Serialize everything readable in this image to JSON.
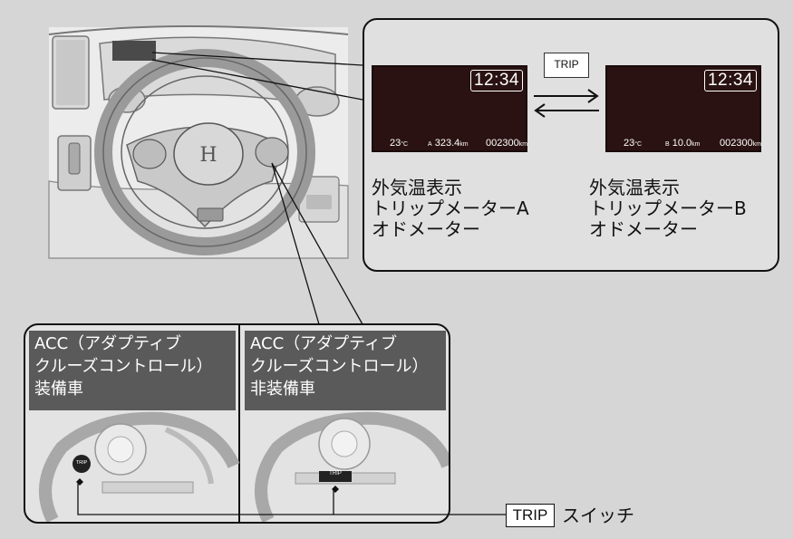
{
  "display_a": {
    "clock": "12:34",
    "temp": "23",
    "temp_unit": "°C",
    "trip_letter": "A",
    "trip_value": "323.4",
    "trip_unit": "km",
    "odo_value": "002300",
    "odo_unit": "km"
  },
  "display_b": {
    "clock": "12:34",
    "temp": "23",
    "temp_unit": "°C",
    "trip_letter": "B",
    "trip_value": "10.0",
    "trip_unit": "km",
    "odo_value": "002300",
    "odo_unit": "km"
  },
  "trip_button_label": "TRIP",
  "caption_a": [
    "外気温表示",
    "トリップメーターA",
    "オドメーター"
  ],
  "caption_b": [
    "外気温表示",
    "トリップメーターB",
    "オドメーター"
  ],
  "acc_equipped": {
    "lines": [
      "ACC（アダプティブ",
      "クルーズコントロール）",
      "装備車"
    ],
    "button_label": "TRIP"
  },
  "acc_not_equipped": {
    "lines": [
      "ACC（アダプティブ",
      "クルーズコントロール）",
      "非装備車"
    ],
    "button_label": "TRIP"
  },
  "switch_label": {
    "boxed": "TRIP",
    "text": "スイッチ"
  },
  "colors": {
    "screen_bg": "#2a1212",
    "header_bg": "#5a5a5a",
    "panel_bg": "#e0e0e0",
    "page_bg": "#d6d6d6"
  }
}
